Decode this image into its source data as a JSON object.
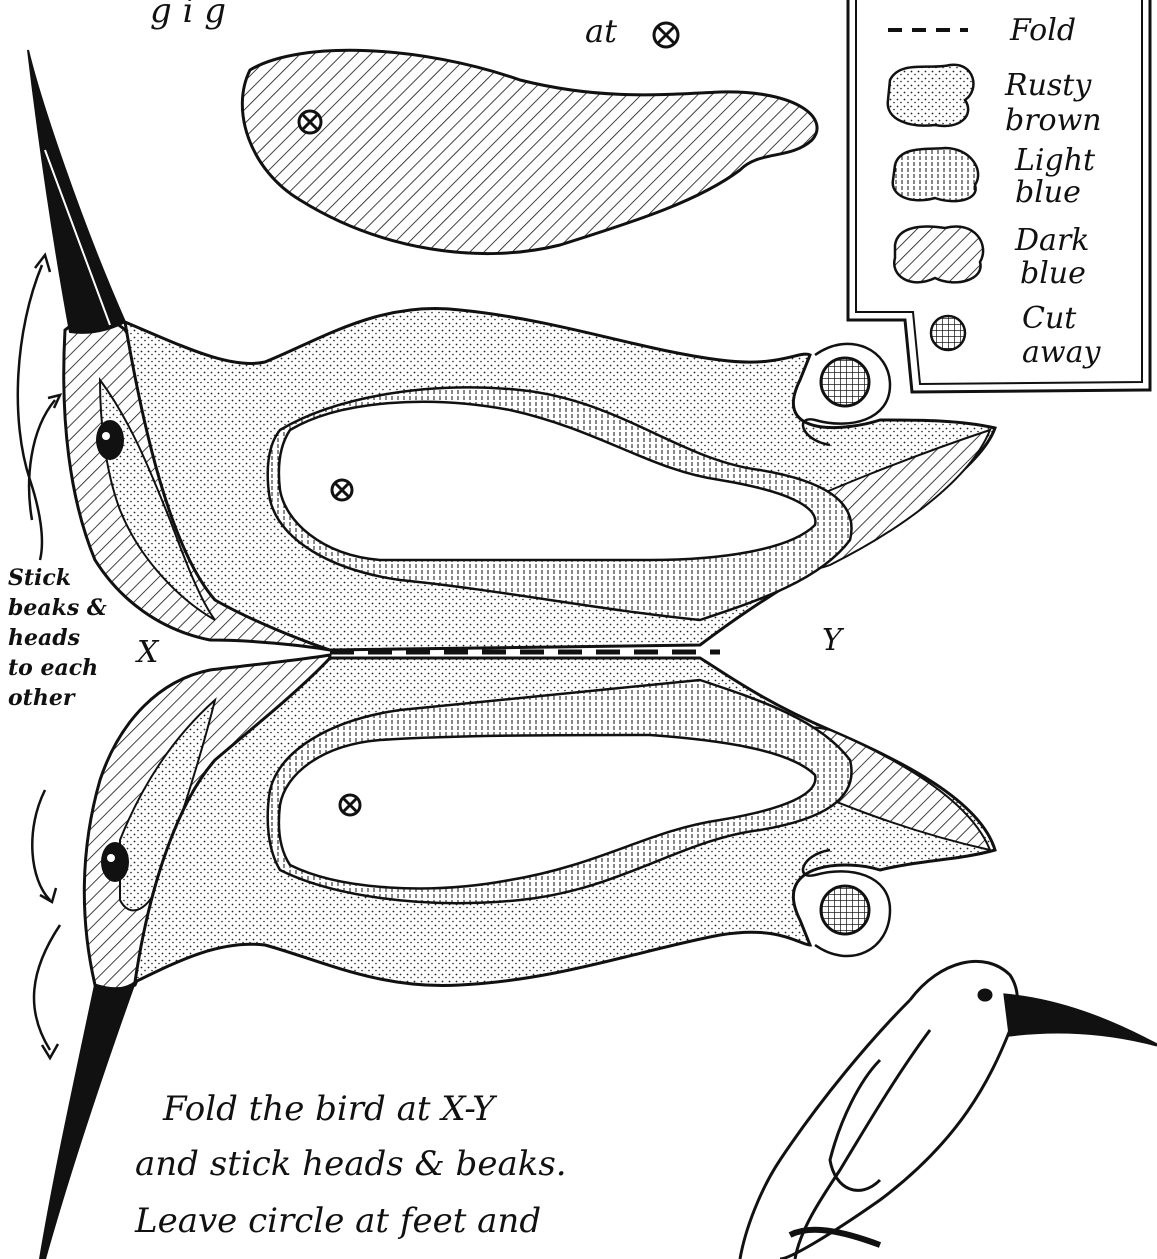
{
  "header": {
    "fragment_left": "g  i  g",
    "fragment_right": "at"
  },
  "legend": {
    "items": [
      {
        "key": "fold",
        "label_lines": [
          "Fold"
        ]
      },
      {
        "key": "rusty-brown",
        "label_lines": [
          "Rusty",
          "brown"
        ]
      },
      {
        "key": "light-blue",
        "label_lines": [
          "Light",
          "blue"
        ]
      },
      {
        "key": "dark-blue",
        "label_lines": [
          "Dark",
          "blue"
        ]
      },
      {
        "key": "cut-away",
        "label_lines": [
          "Cut",
          "away"
        ]
      }
    ]
  },
  "labels": {
    "x": "X",
    "y": "Y"
  },
  "side_note": {
    "lines": [
      "Stick",
      "beaks &",
      "heads",
      "to each",
      "other"
    ]
  },
  "instructions": {
    "lines": [
      "Fold the bird at X-Y",
      "and stick heads & beaks.",
      "Leave circle at feet and"
    ]
  }
}
